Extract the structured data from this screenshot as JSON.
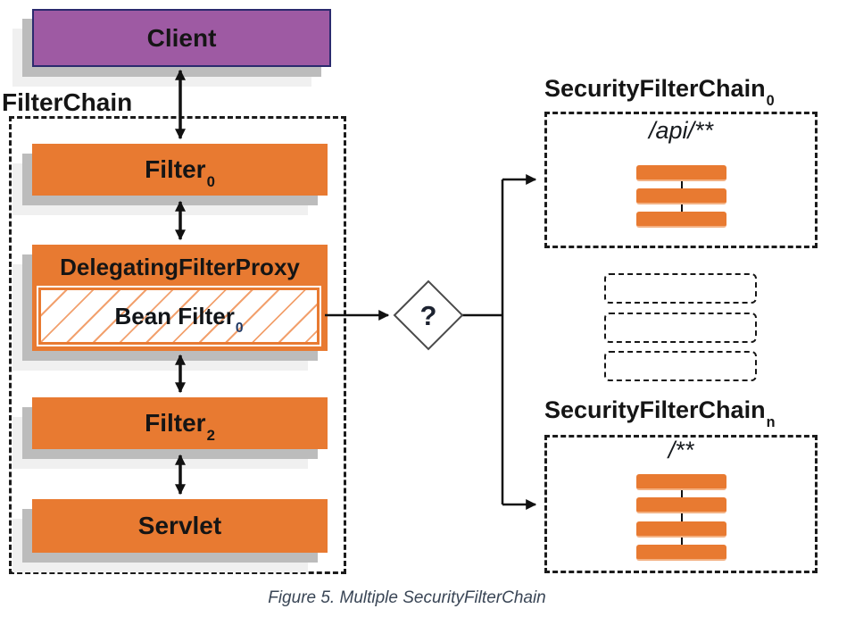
{
  "client": {
    "label": "Client"
  },
  "filter_chain": {
    "title": "FilterChain",
    "filter0": {
      "label": "Filter",
      "sub": "0"
    },
    "proxy": {
      "label": "DelegatingFilterProxy"
    },
    "bean_filter": {
      "label": "Bean Filter",
      "sub": "0"
    },
    "filter2": {
      "label": "Filter",
      "sub": "2"
    },
    "servlet": {
      "label": "Servlet"
    }
  },
  "decision": {
    "label": "?"
  },
  "chains": {
    "first": {
      "title": "SecurityFilterChain",
      "sub": "0",
      "pattern": "/api/**",
      "filter_count": 3
    },
    "last": {
      "title": "SecurityFilterChain",
      "sub": "n",
      "pattern": "/**",
      "filter_count": 4
    },
    "placeholder_count": 3
  },
  "caption": "Figure 5. Multiple SecurityFilterChain",
  "colors": {
    "orange": "#E87A31",
    "orange_edge": "#F3B183",
    "purple": "#9E5AA3",
    "purple_border": "#2B2A6E",
    "shadow": "#bcbcbc",
    "shadow_light": "#f0f0f0",
    "line": "#111111",
    "ink": "#151515",
    "navy_sub": "#1F3864",
    "caption": "#3A4656",
    "hatch": "#F2A16E"
  }
}
